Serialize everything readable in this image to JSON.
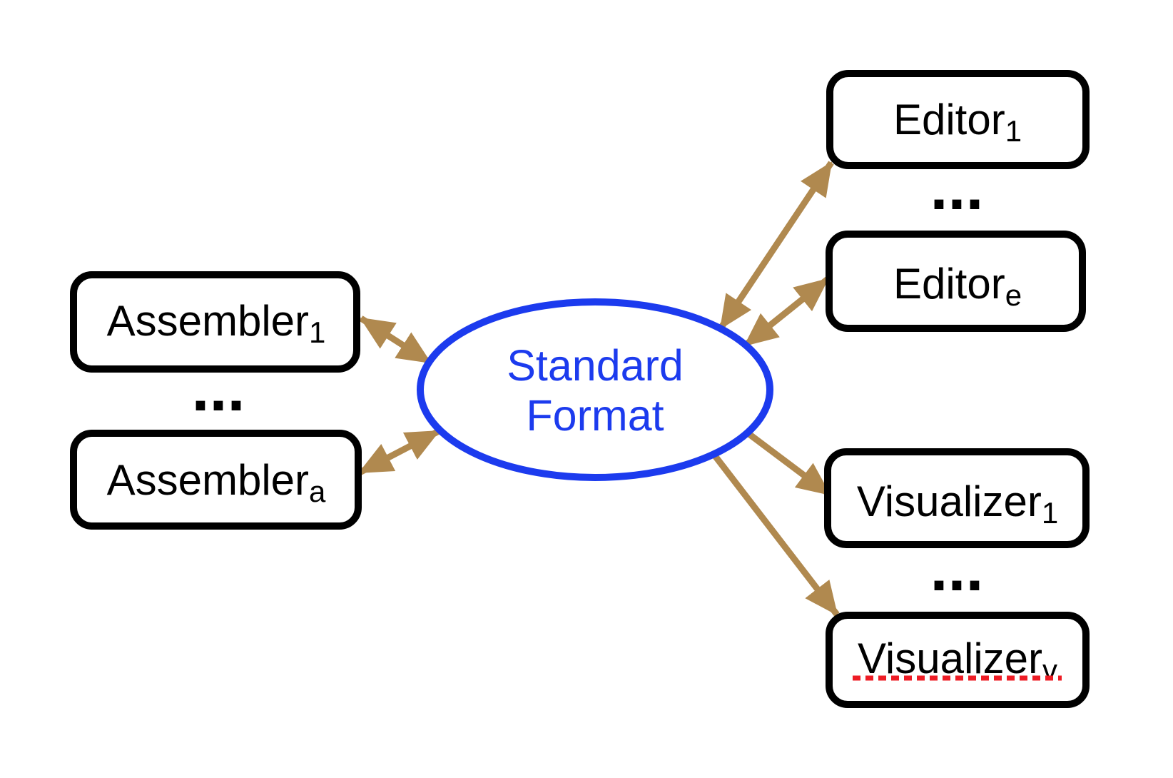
{
  "diagram": {
    "center": {
      "line1": "Standard",
      "line2": "Format"
    },
    "ellipsis": "...",
    "nodes": {
      "assembler1": {
        "label": "Assembler",
        "sub": "1"
      },
      "assemblerA": {
        "label": "Assembler",
        "sub": "a"
      },
      "editor1": {
        "label": "Editor",
        "sub": "1"
      },
      "editorE": {
        "label": "Editor",
        "sub": "e"
      },
      "visualizer1": {
        "label": "Visualizer",
        "sub": "1"
      },
      "visualizerV": {
        "label": "Visualizer",
        "sub": "v"
      }
    },
    "colors": {
      "accent_blue": "#1c3bee",
      "arrow_tan": "#b0894f",
      "underline_red": "#ee1c25",
      "node_stroke": "#000000",
      "background": "#ffffff"
    }
  }
}
